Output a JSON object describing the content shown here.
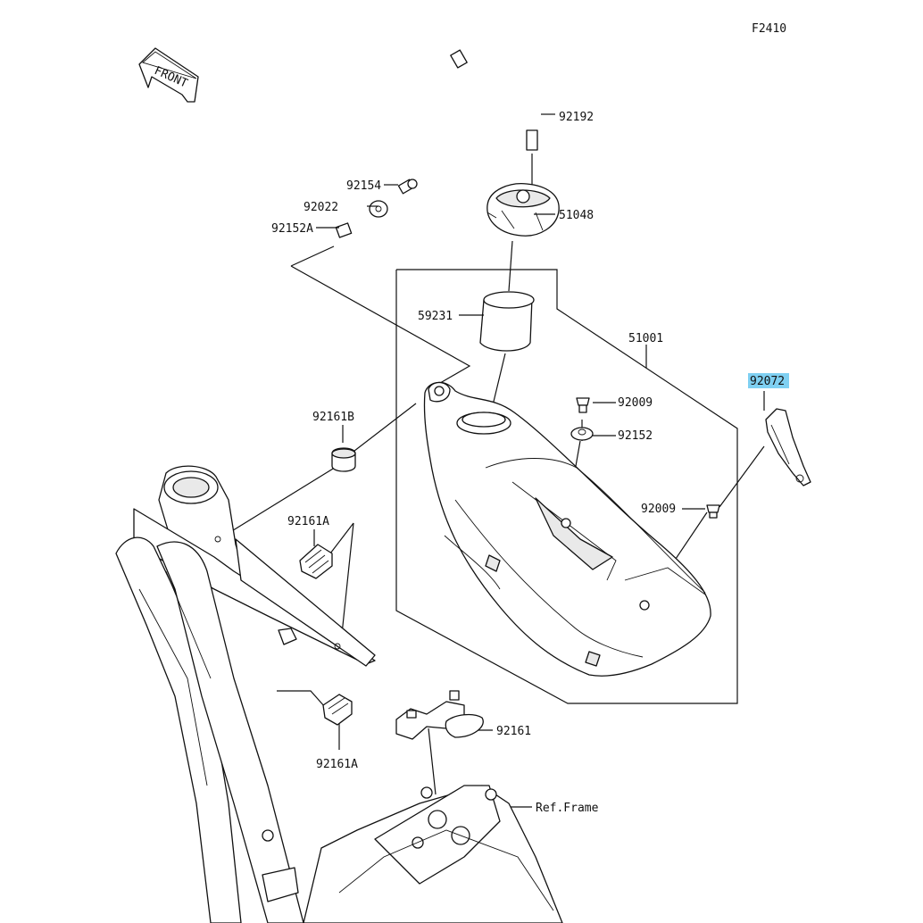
{
  "diagram": {
    "figure_code": "F2410",
    "front_indicator": "FRONT",
    "highlight_color": "#7fd0f2",
    "parts": [
      {
        "key": "p92192",
        "number": "92192"
      },
      {
        "key": "p92154",
        "number": "92154"
      },
      {
        "key": "p92022",
        "number": "92022"
      },
      {
        "key": "p51048",
        "number": "51048"
      },
      {
        "key": "p92152A",
        "number": "92152A"
      },
      {
        "key": "p59231",
        "number": "59231"
      },
      {
        "key": "p51001",
        "number": "51001"
      },
      {
        "key": "p92072",
        "number": "92072",
        "highlighted": true
      },
      {
        "key": "p92161B",
        "number": "92161B"
      },
      {
        "key": "p92009a",
        "number": "92009"
      },
      {
        "key": "p92152",
        "number": "92152"
      },
      {
        "key": "p92009b",
        "number": "92009"
      },
      {
        "key": "p92161A_top",
        "number": "92161A"
      },
      {
        "key": "p92161",
        "number": "92161"
      },
      {
        "key": "p92161A_bottom",
        "number": "92161A"
      },
      {
        "key": "ref_frame",
        "number": "Ref.Frame"
      }
    ]
  }
}
